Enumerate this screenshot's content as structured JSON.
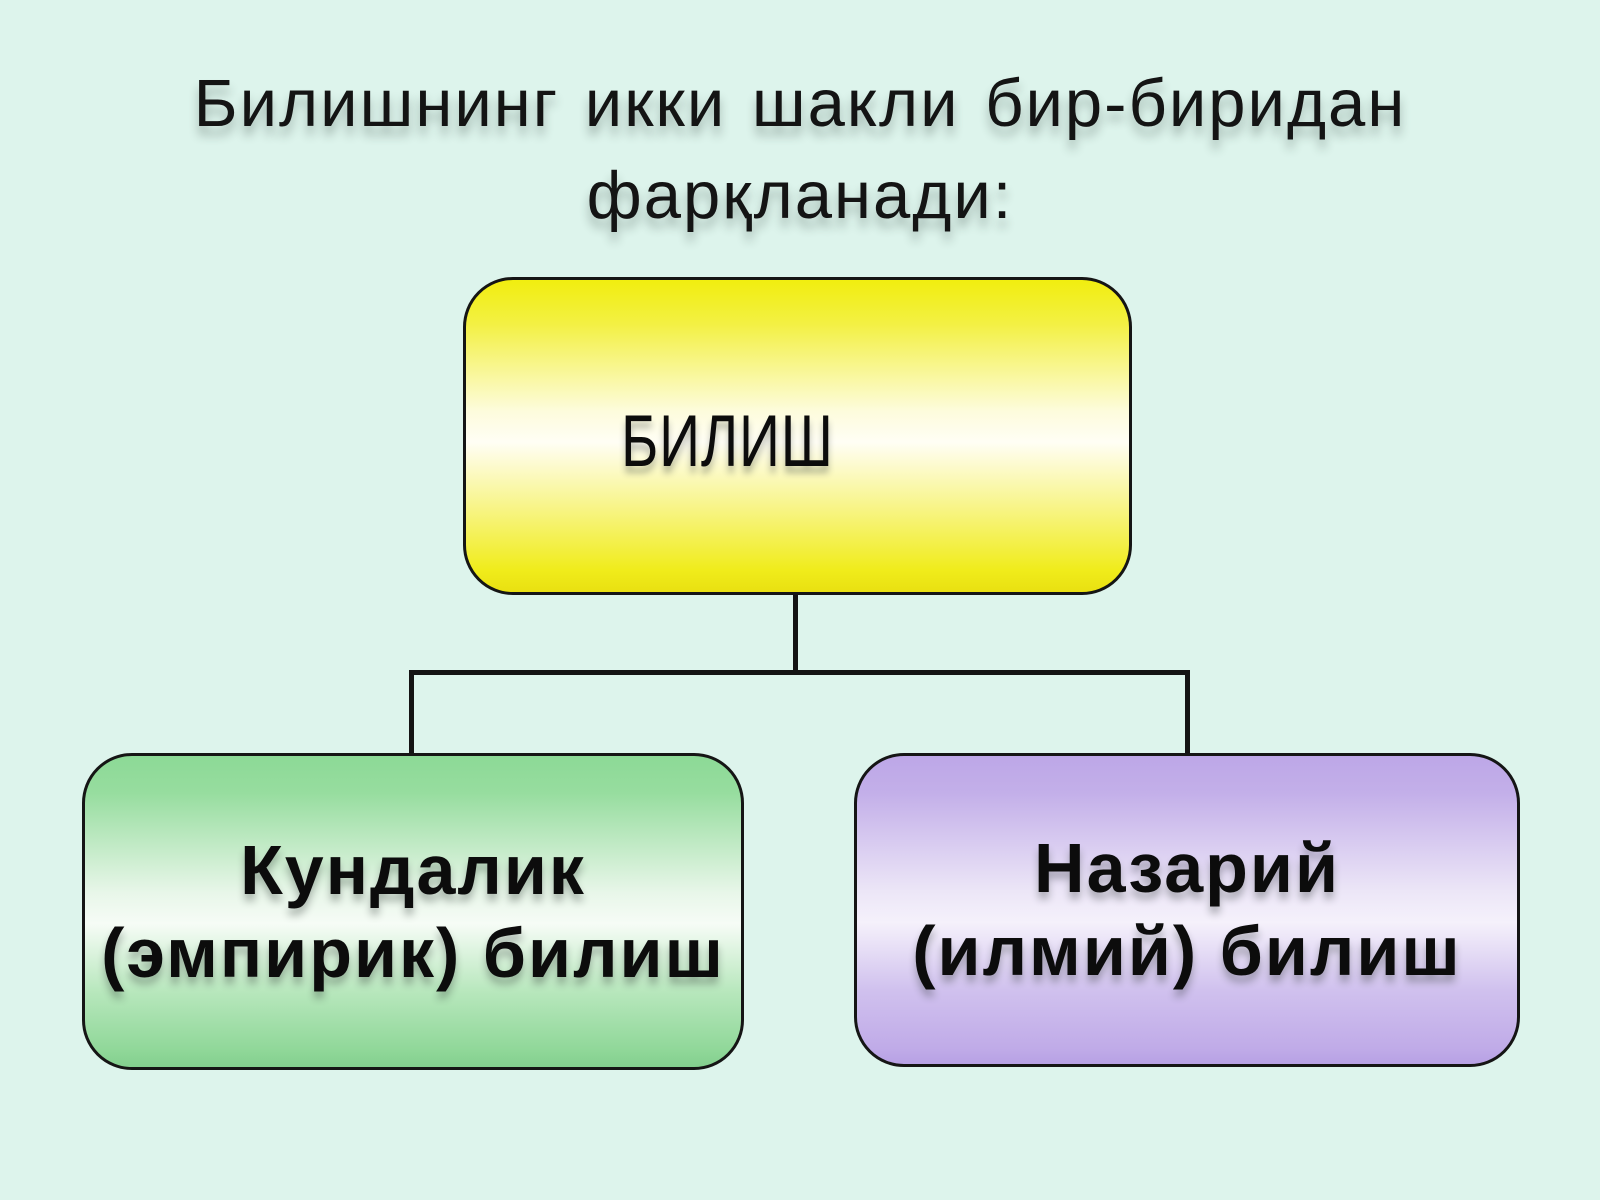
{
  "slide": {
    "title": {
      "line1": "Билишнинг икки шакли бир-биридан",
      "line2": "фарқланади:"
    },
    "diagram": {
      "type": "hierarchy",
      "root": {
        "label": "БИЛИШ"
      },
      "children": [
        {
          "line1": "Кундалик",
          "line2": "(эмпирик) билиш"
        },
        {
          "line1": "Назарий",
          "line2": "(илмий) билиш"
        }
      ]
    },
    "colors": {
      "background": "#ddf4ec",
      "root_box_yellow": "#f1ee0f",
      "left_box_green": "#8cd996",
      "right_box_purple": "#bda7e7",
      "gradient_middle": "#fffef5",
      "connector_and_border": "#141414",
      "text": "#0c0c0c"
    }
  }
}
